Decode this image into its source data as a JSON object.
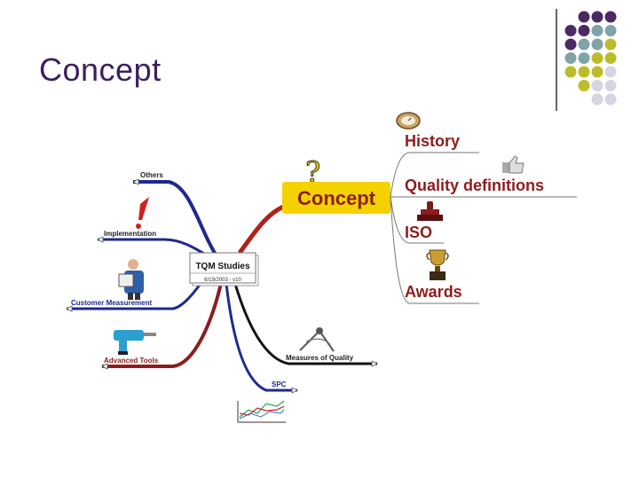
{
  "slide": {
    "title": "Concept"
  },
  "palette": {
    "purple": "#4b2a63",
    "teal": "#7fa3a7",
    "olive": "#bcbc2a",
    "lavender": "#d4d4e2",
    "redTitle": "#8c1d1d",
    "branchBlue": "#1e2a8c",
    "branchRed": "#b0201c"
  },
  "mindmap": {
    "central": {
      "title": "TQM Studies",
      "subtitle": "6/19/2003 - v10"
    },
    "left_topics": [
      {
        "label": "Others",
        "icon": "none"
      },
      {
        "label": "Implementation",
        "icon": "exclamation-icon"
      },
      {
        "label": "Customer Measurement",
        "icon": "person-icon"
      },
      {
        "label": "Advanced Tools",
        "icon": "drill-icon"
      }
    ],
    "bottom_topics": [
      {
        "label": "SPC",
        "icon": "line-graph-icon"
      },
      {
        "label": "Measures of Quality",
        "icon": "compass-icon"
      }
    ],
    "concept": {
      "label": "Concept",
      "icon": "question-mark-icon"
    },
    "concept_children": [
      {
        "label": "History",
        "icon": "clock-icon"
      },
      {
        "label": "Quality definitions",
        "icon": "thumbs-up-icon"
      },
      {
        "label": "ISO",
        "icon": "stamp-icon"
      },
      {
        "label": "Awards",
        "icon": "trophy-icon"
      }
    ]
  }
}
